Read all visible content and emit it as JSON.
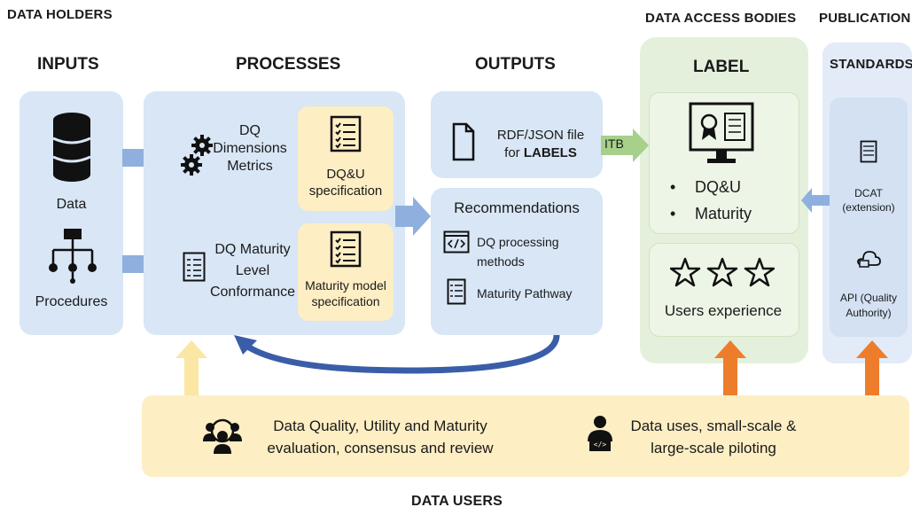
{
  "headers": {
    "data_holders": "DATA HOLDERS",
    "data_access_bodies": "DATA ACCESS BODIES",
    "publication": "PUBLICATION",
    "inputs": "INPUTS",
    "processes": "PROCESSES",
    "outputs": "OUTPUTS",
    "label": "LABEL",
    "standards": "STANDARDS",
    "data_users": "DATA USERS"
  },
  "inputs": {
    "data_label": "Data",
    "procedures_label": "Procedures"
  },
  "processes": {
    "dq_dimensions_line1": "DQ",
    "dq_dimensions_line2": "Dimensions",
    "dq_dimensions_line3": "Metrics",
    "dqu_spec_line1": "DQ&U",
    "dqu_spec_line2": "specification",
    "maturity_line1": "DQ Maturity",
    "maturity_line2": "Level",
    "maturity_line3": "Conformance",
    "maturity_spec_line1": "Maturity model",
    "maturity_spec_line2": "specification"
  },
  "outputs": {
    "rdf_line1": "RDF/JSON file",
    "rdf_line2_prefix": "for ",
    "rdf_line2_bold": "LABELS",
    "recommendations_title": "Recommendations",
    "dq_processing_line1": "DQ processing",
    "dq_processing_line2": "methods",
    "maturity_pathway": "Maturity Pathway"
  },
  "itb_label": "ITB",
  "label": {
    "bullets": [
      "DQ&U",
      "Maturity"
    ],
    "users_experience": "Users experience"
  },
  "standards": {
    "dcat_line1": "DCAT",
    "dcat_line2": "(extension)",
    "api_line1": "API (Quality",
    "api_line2": "Authority)"
  },
  "bottom": {
    "eval_line1": "Data Quality, Utility and Maturity",
    "eval_line2": "evaluation, consensus and review",
    "uses_line1": "Data uses, small-scale &",
    "uses_line2": "large-scale piloting"
  },
  "colors": {
    "panel_blue": "#d8e6f6",
    "arrow_blue": "#8fb0de",
    "yellow": "#fdeec4",
    "green": "#e4f0db",
    "orange": "#ee7d2b",
    "itb_green": "#a7d08a",
    "loop_arrow": "#3a5da8"
  }
}
